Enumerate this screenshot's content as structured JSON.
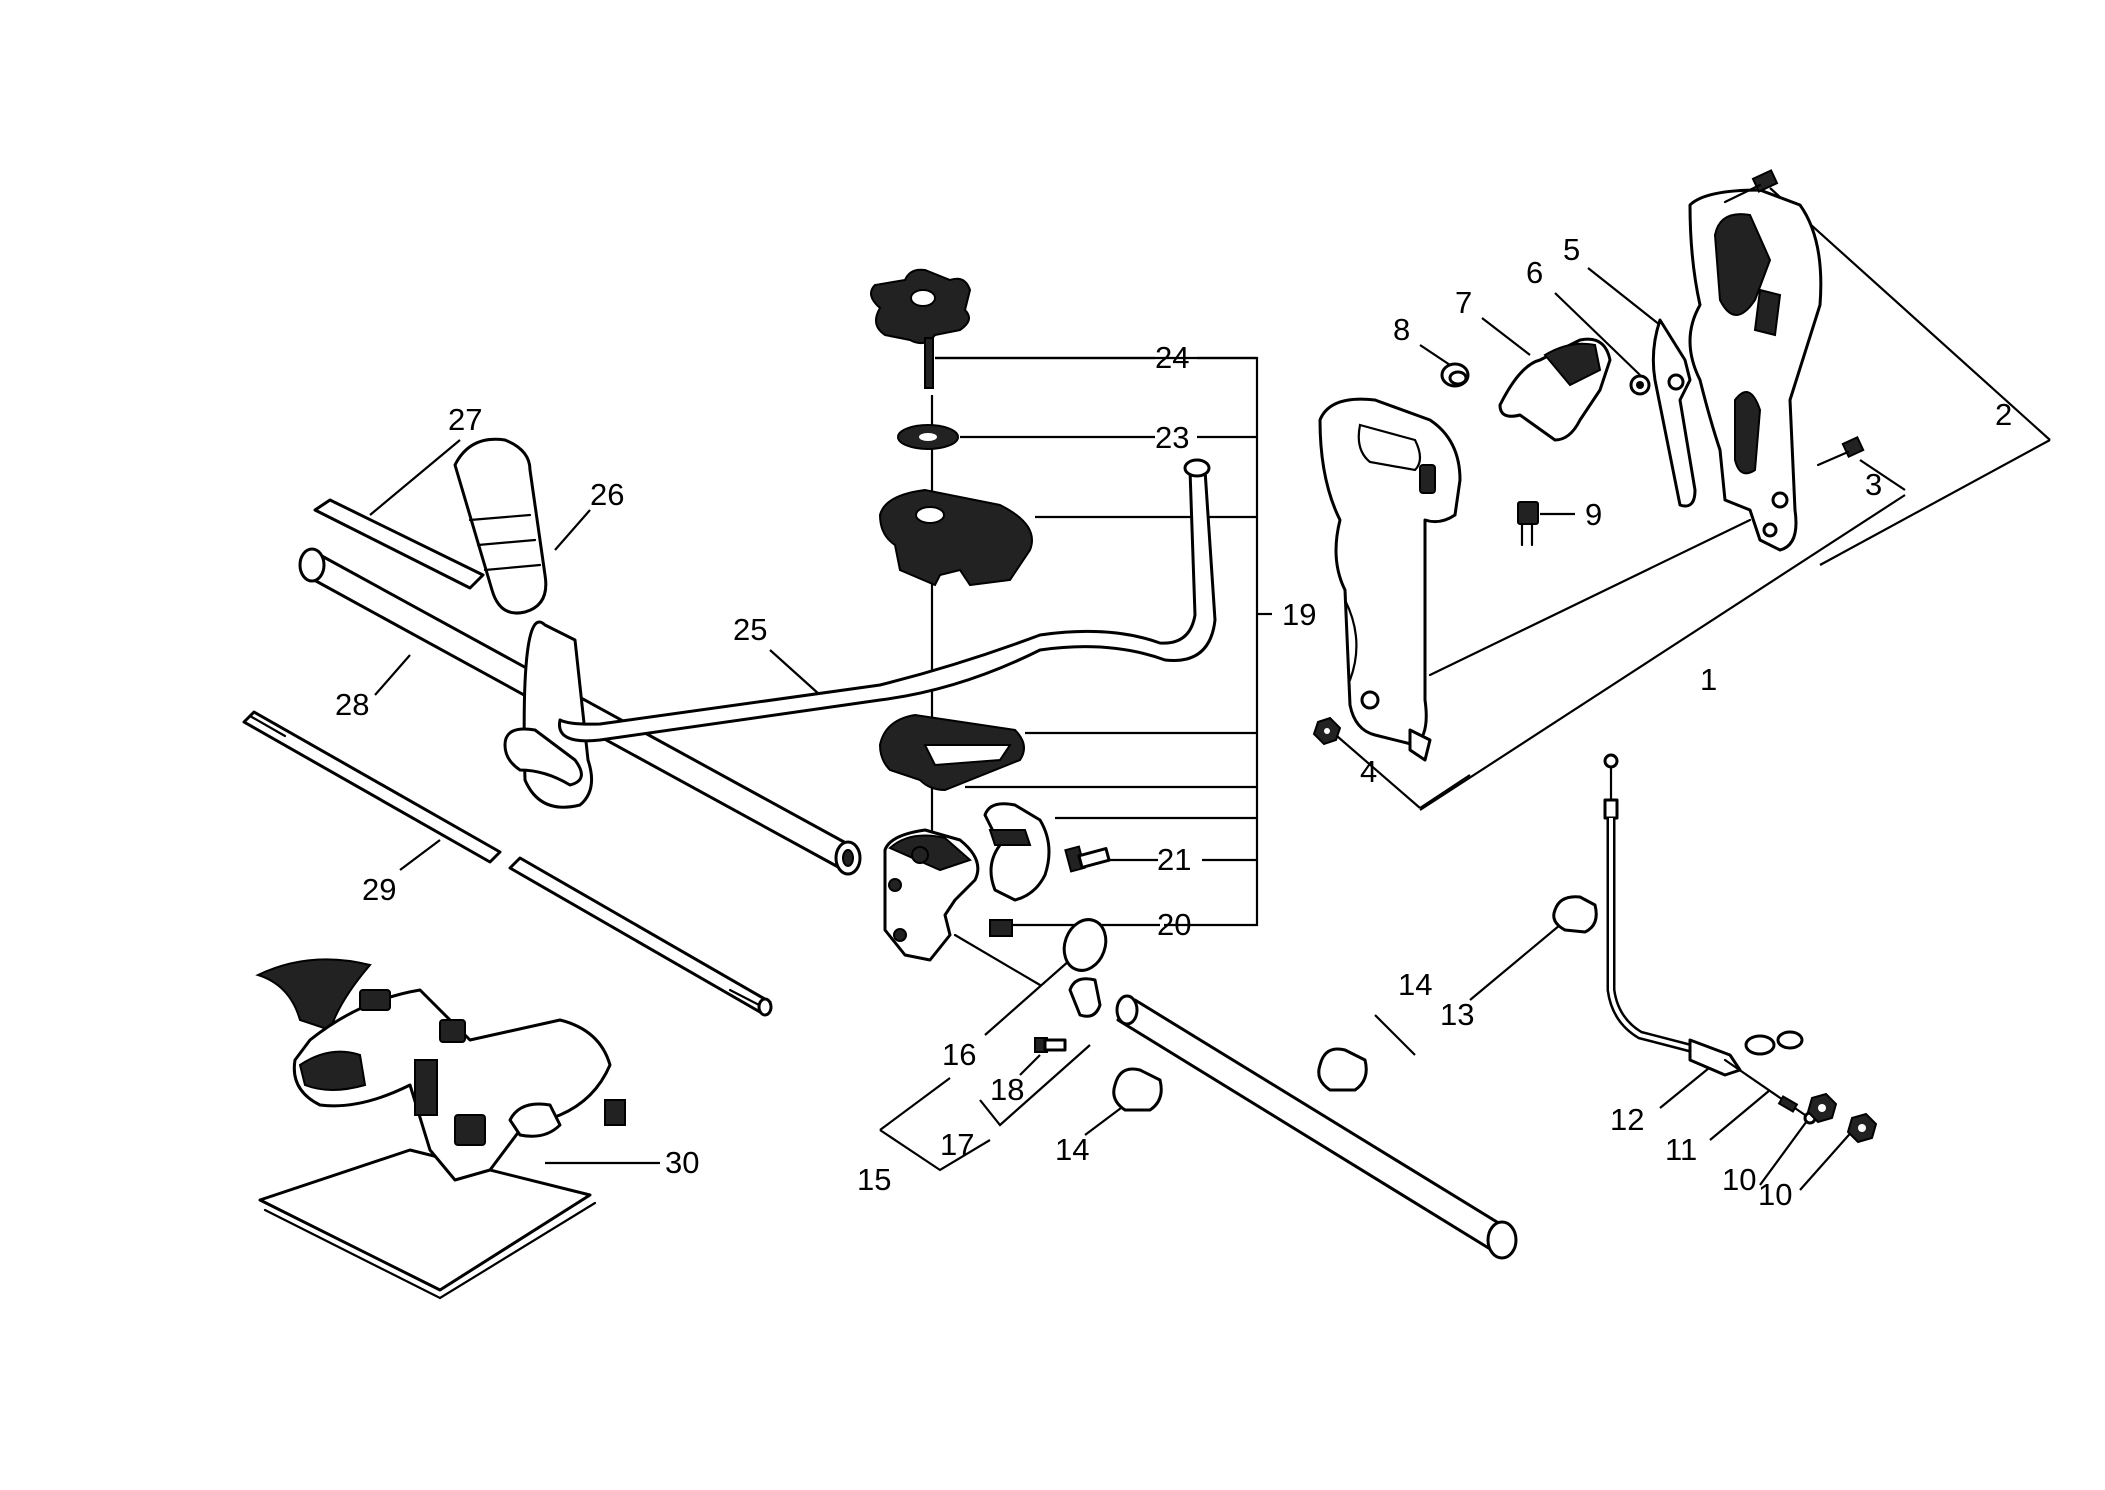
{
  "callouts": [
    {
      "id": "c1",
      "label": "1"
    },
    {
      "id": "c2",
      "label": "2"
    },
    {
      "id": "c3",
      "label": "3"
    },
    {
      "id": "c4",
      "label": "4"
    },
    {
      "id": "c5",
      "label": "5"
    },
    {
      "id": "c6",
      "label": "6"
    },
    {
      "id": "c7",
      "label": "7"
    },
    {
      "id": "c8",
      "label": "8"
    },
    {
      "id": "c9",
      "label": "9"
    },
    {
      "id": "c10a",
      "label": "10"
    },
    {
      "id": "c10b",
      "label": "10"
    },
    {
      "id": "c11",
      "label": "11"
    },
    {
      "id": "c12",
      "label": "12"
    },
    {
      "id": "c13",
      "label": "13"
    },
    {
      "id": "c14a",
      "label": "14"
    },
    {
      "id": "c14b",
      "label": "14"
    },
    {
      "id": "c15",
      "label": "15"
    },
    {
      "id": "c16",
      "label": "16"
    },
    {
      "id": "c17",
      "label": "17"
    },
    {
      "id": "c18",
      "label": "18"
    },
    {
      "id": "c19",
      "label": "19"
    },
    {
      "id": "c20",
      "label": "20"
    },
    {
      "id": "c21",
      "label": "21"
    },
    {
      "id": "c23",
      "label": "23"
    },
    {
      "id": "c24",
      "label": "24"
    },
    {
      "id": "c25",
      "label": "25"
    },
    {
      "id": "c26",
      "label": "26"
    },
    {
      "id": "c27",
      "label": "27"
    },
    {
      "id": "c28",
      "label": "28"
    },
    {
      "id": "c29",
      "label": "29"
    },
    {
      "id": "c30",
      "label": "30"
    }
  ]
}
